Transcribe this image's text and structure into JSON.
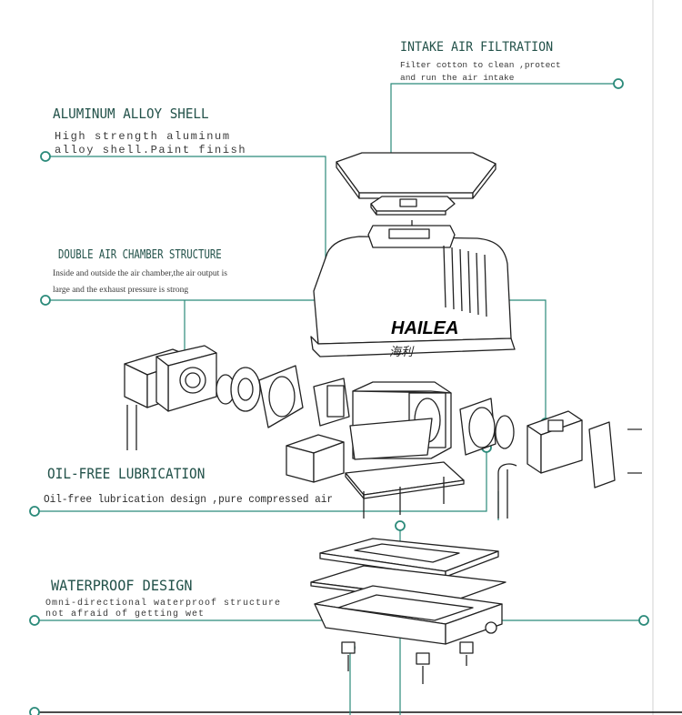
{
  "colors": {
    "line": "#2b8a7a",
    "title": "#23524a",
    "drawing": "#222222"
  },
  "features": {
    "intake": {
      "title": "INTAKE AIR FILTRATION",
      "desc1": "Filter cotton to clean ,protect",
      "desc2": "and run the air intake"
    },
    "shell": {
      "title": "ALUMINUM ALLOY SHELL",
      "desc1": "High strength aluminum",
      "desc2": "alloy shell.Paint finish"
    },
    "chamber": {
      "title": "DOUBLE AIR CHAMBER STRUCTURE",
      "desc1": "Inside and outside the air chamber,the air output is",
      "desc2": "large and the exhaust pressure is strong"
    },
    "oilfree": {
      "title": "OIL-FREE LUBRICATION",
      "desc1": "Oil-free lubrication design ,pure compressed air"
    },
    "waterproof": {
      "title": "WATERPROOF DESIGN",
      "desc1": "Omni-directional waterproof structure",
      "desc2": "not afraid of getting wet"
    }
  },
  "brand": {
    "name": "HAILEA",
    "sub": "海利"
  }
}
